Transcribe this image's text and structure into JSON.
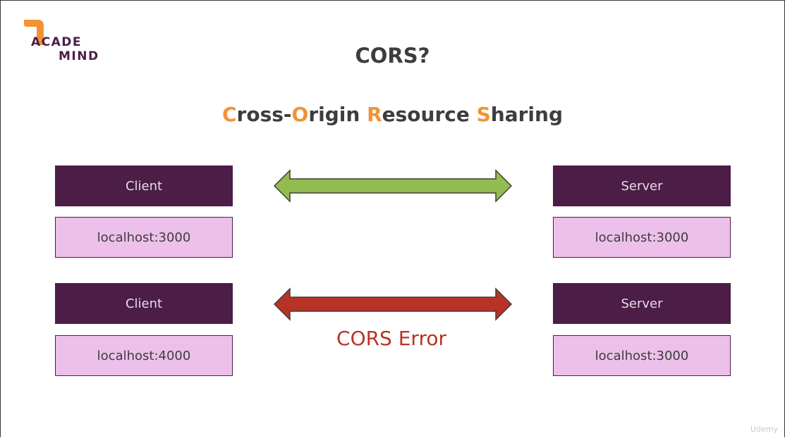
{
  "logo": {
    "line1": "ACADE",
    "line2": "MIND",
    "colors": {
      "accent": "#f29234",
      "brand": "#4b1d47"
    }
  },
  "title": "CORS?",
  "subtitle": {
    "parts": [
      {
        "text": "C",
        "highlight": true
      },
      {
        "text": "ross-",
        "highlight": false
      },
      {
        "text": "O",
        "highlight": true
      },
      {
        "text": "rigin ",
        "highlight": false
      },
      {
        "text": "R",
        "highlight": true
      },
      {
        "text": "esource ",
        "highlight": false
      },
      {
        "text": "S",
        "highlight": true
      },
      {
        "text": "haring",
        "highlight": false
      }
    ]
  },
  "rows": [
    {
      "client": {
        "label": "Client",
        "origin": "localhost:3000"
      },
      "server": {
        "label": "Server",
        "origin": "localhost:3000"
      },
      "arrow_color": "#92bc4f",
      "error": ""
    },
    {
      "client": {
        "label": "Client",
        "origin": "localhost:4000"
      },
      "server": {
        "label": "Server",
        "origin": "localhost:3000"
      },
      "arrow_color": "#b83326",
      "error": "CORS Error"
    }
  ],
  "colors": {
    "box_dark": "#4b1d47",
    "box_light": "#ecc0ea",
    "highlight": "#f29234",
    "text": "#3d3d3d",
    "error": "#b83326"
  },
  "watermark": "Udemy"
}
